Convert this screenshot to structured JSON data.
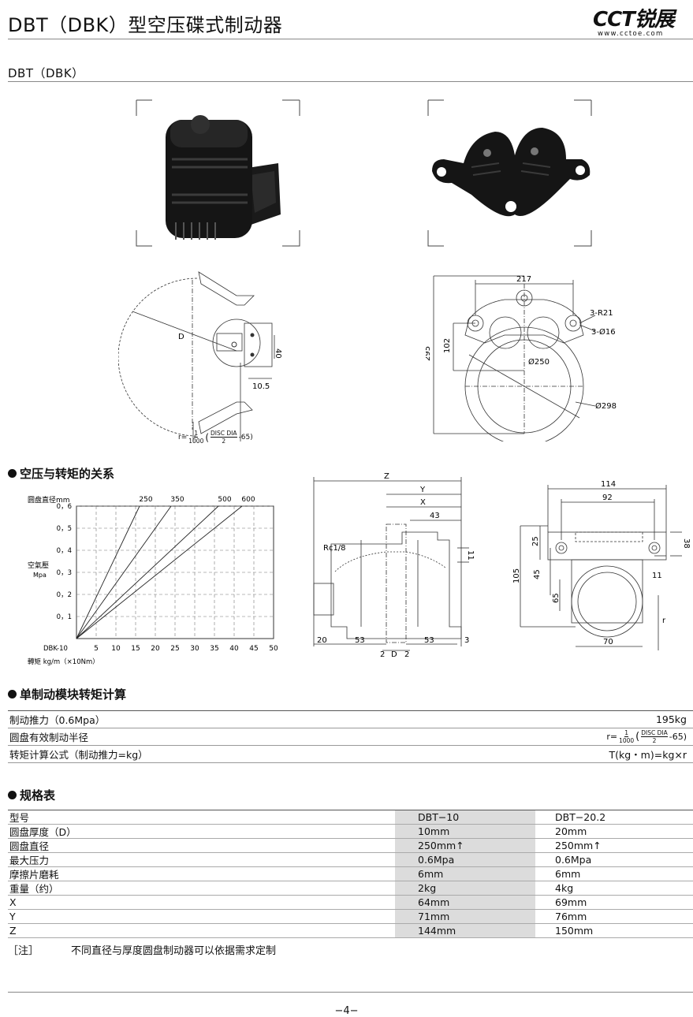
{
  "header": {
    "title": "DBT（DBK）型空压碟式制动器",
    "logo_text": "CCT锐展",
    "logo_url": "www.cctoe.com"
  },
  "subtitle": "DBT（DBK）",
  "drawing1": {
    "label_D": "D",
    "label_40": "40",
    "label_105": "10.5",
    "formula_prefix": "r=",
    "formula_num": "1",
    "formula_den": "1000",
    "formula_inner_num": "DISC DIA",
    "formula_inner_den": "2",
    "formula_suffix": "-65)"
  },
  "drawing2": {
    "dim_217": "217",
    "dim_R21": "3-R21",
    "dim_16": "3-Ø16",
    "dim_295": "295",
    "dim_102": "102",
    "dim_250": "Ø250",
    "dim_298": "Ø298"
  },
  "section_chart": "空压与转矩的关系",
  "chart_data": {
    "type": "line",
    "title": "",
    "disc_label": "圆盘直径mm",
    "ylabel": "空氣壓",
    "yunit": "Mpa",
    "xlabel_prefix": "DBK-10",
    "xlabel": "轉矩 kg/m（×10Nm）",
    "x_ticks": [
      "5",
      "10",
      "15",
      "20",
      "25",
      "30",
      "35",
      "40",
      "45",
      "50"
    ],
    "y_ticks": [
      "0，1",
      "0，2",
      "0，3",
      "0，4",
      "0，5",
      "0，6"
    ],
    "xlim": [
      0,
      50
    ],
    "ylim": [
      0,
      0.6
    ],
    "grid": true,
    "series": [
      {
        "name": "250",
        "x": [
          0,
          16
        ],
        "y": [
          0,
          0.6
        ]
      },
      {
        "name": "350",
        "x": [
          0,
          24
        ],
        "y": [
          0,
          0.6
        ]
      },
      {
        "name": "500",
        "x": [
          0,
          36
        ],
        "y": [
          0,
          0.6
        ]
      },
      {
        "name": "600",
        "x": [
          0,
          42
        ],
        "y": [
          0,
          0.6
        ]
      }
    ]
  },
  "drawing3": {
    "dim_Z": "Z",
    "dim_Y": "Y",
    "dim_X": "X",
    "dim_43": "43",
    "dim_Rc": "Rc1/8",
    "dim_11": "11",
    "dim_20": "20",
    "dim_53a": "53",
    "dim_53b": "53",
    "dim_3": "3",
    "dim_2a": "2",
    "dim_D": "D",
    "dim_2b": "2"
  },
  "drawing4": {
    "dim_114": "114",
    "dim_92": "92",
    "dim_25": "25",
    "dim_38": "38",
    "dim_45": "45",
    "dim_105": "105",
    "dim_65": "65",
    "dim_11": "11",
    "dim_r": "r",
    "dim_70": "70"
  },
  "section_torque": "单制动模块转矩计算",
  "torque_rows": [
    {
      "label": "制动推力（0.6Mpa）",
      "value": "195kg"
    },
    {
      "label": "圆盘有效制动半径",
      "value": ""
    },
    {
      "label": "转矩计算公式（制动推力=kg）",
      "value": "T(kg・m)=kg×r"
    }
  ],
  "section_spec": "规格表",
  "spec_rows": [
    [
      "型号",
      "DBT−10",
      "DBT−20.2"
    ],
    [
      "圆盘厚度（D）",
      "10mm",
      "20mm"
    ],
    [
      "圆盘直径",
      "250mm↑",
      "250mm↑"
    ],
    [
      "最大压力",
      "0.6Mpa",
      "0.6Mpa"
    ],
    [
      "摩擦片磨耗",
      "6mm",
      "6mm"
    ],
    [
      "重量（约）",
      "2kg",
      "4kg"
    ],
    [
      "X",
      "64mm",
      "69mm"
    ],
    [
      "Y",
      "71mm",
      "76mm"
    ],
    [
      "Z",
      "144mm",
      "150mm"
    ]
  ],
  "note": {
    "tag": "［注］",
    "text": "不同直径与厚度圆盘制动器可以依据需求定制"
  },
  "page_number": "−4−"
}
